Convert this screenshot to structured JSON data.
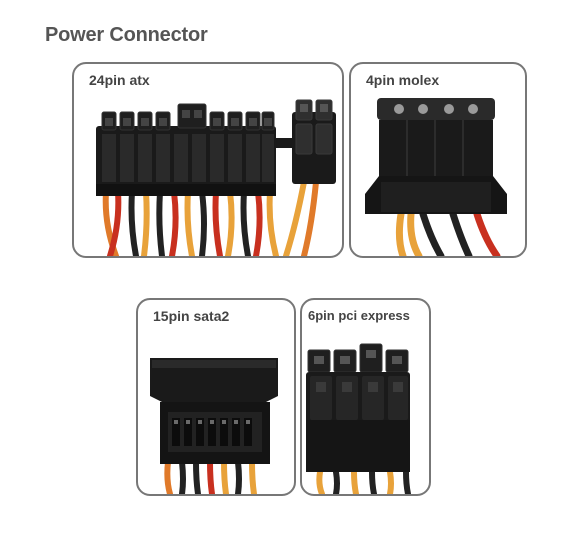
{
  "page": {
    "title": "Power Connector"
  },
  "connectors": [
    {
      "id": "atx",
      "label": "24pin atx",
      "icon": "atx-24pin-connector-icon"
    },
    {
      "id": "molex",
      "label": "4pin molex",
      "icon": "molex-4pin-connector-icon"
    },
    {
      "id": "sata",
      "label": "15pin sata2",
      "icon": "sata-15pin-connector-icon"
    },
    {
      "id": "pcie",
      "label": "6pin pci express",
      "icon": "pcie-6pin-connector-icon"
    }
  ],
  "colors": {
    "title": "#555555",
    "label": "#444444",
    "border": "#777777",
    "connector": "#1a1a1a",
    "wire_yellow": "#e8a23a",
    "wire_red": "#c8301f",
    "wire_black": "#222222",
    "wire_orange": "#e07a2a"
  }
}
